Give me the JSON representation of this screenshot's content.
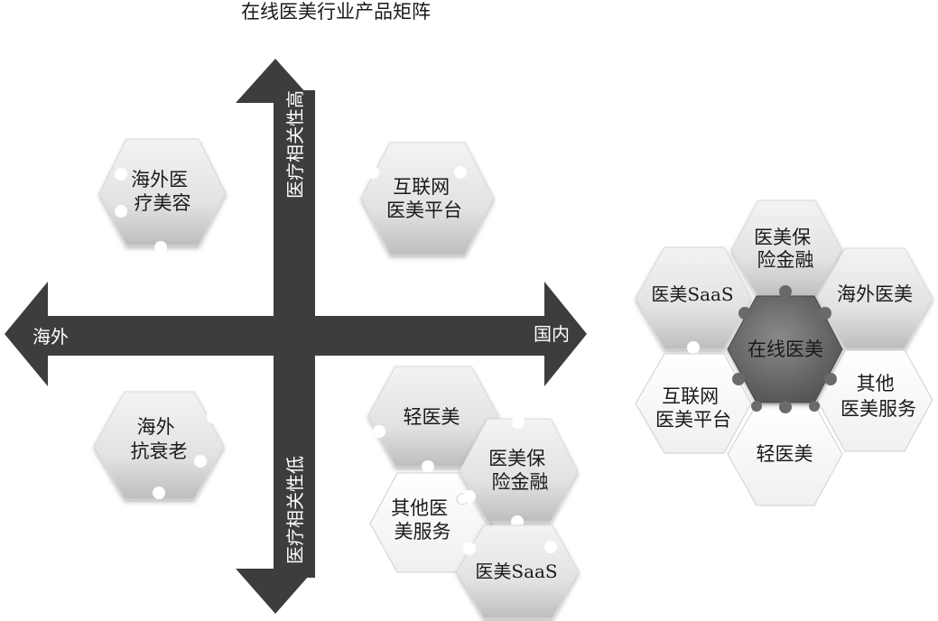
{
  "title": "在线医美行业产品矩阵",
  "axes": {
    "top": "医疗相关性高",
    "bottom": "医疗相关性低",
    "left": "海外",
    "right": "国内"
  },
  "quadrants": {
    "top_left": [
      "海外医",
      "疗美容"
    ],
    "top_right": [
      "互联网",
      "医美平台"
    ],
    "bottom_left": [
      "海外",
      "抗衰老"
    ],
    "bottom_right": {
      "qing": [
        "轻医美"
      ],
      "baoxian": [
        "医美保",
        "险金融"
      ],
      "qita": [
        "其他医",
        "美服务"
      ],
      "saas": [
        "医美SaaS"
      ]
    }
  },
  "cluster": {
    "center": [
      "在线医美"
    ],
    "top": [
      "医美保",
      "险金融"
    ],
    "upper_left": [
      "医美SaaS"
    ],
    "upper_right": [
      "海外医美"
    ],
    "lower_left": [
      "互联网",
      "医美平台"
    ],
    "lower_right": [
      "其他",
      "医美服务"
    ],
    "bottom": [
      "轻医美"
    ]
  },
  "colors": {
    "arrow": "#3d3d3d",
    "hex_light": "#ececec",
    "hex_dark": "#c4c4c4",
    "hex_center": "#5a5a5a",
    "knob": "#6a6a6a"
  }
}
